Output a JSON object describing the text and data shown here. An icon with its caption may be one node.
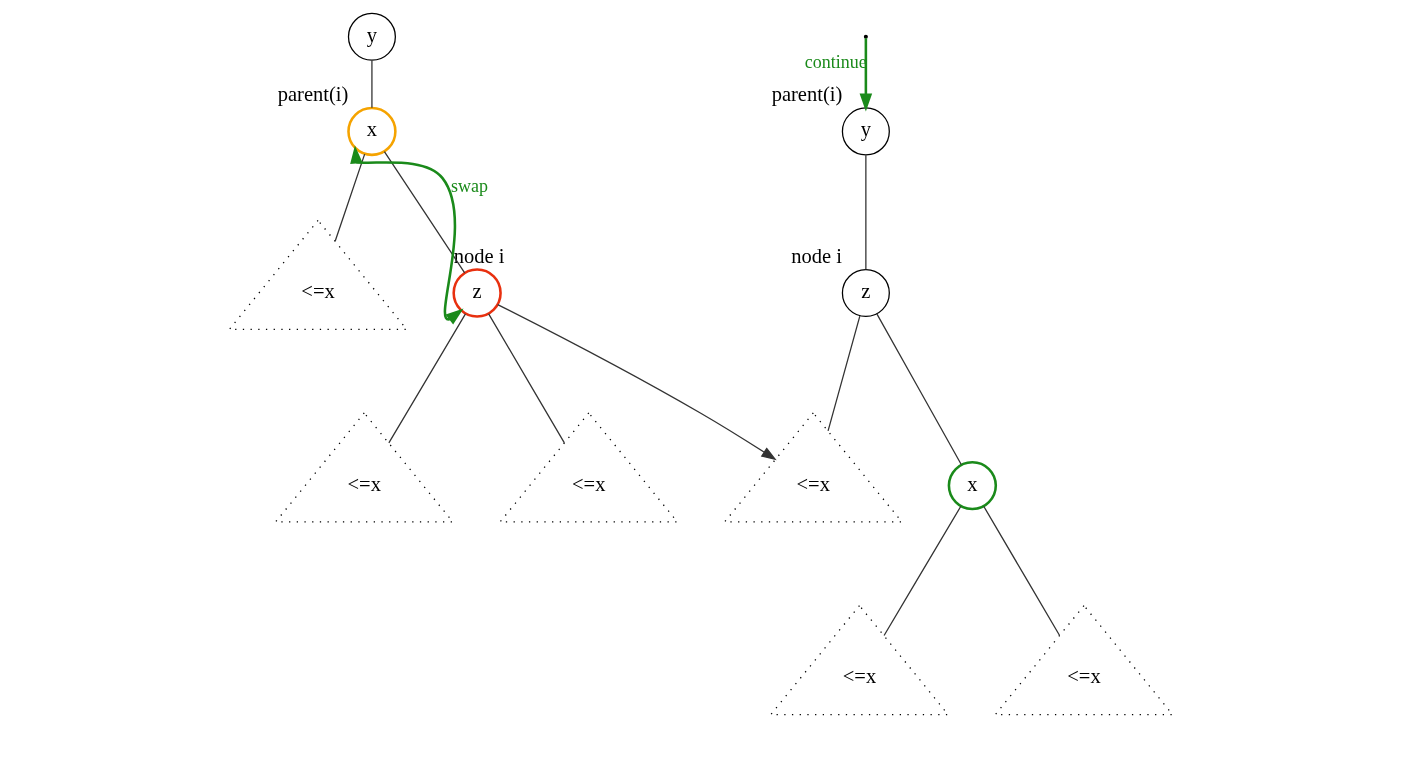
{
  "diagram": {
    "nodes": [
      {
        "text": [
          "y"
        ]
      },
      {
        "text": [
          "x"
        ],
        "beside": [
          "parent(i)"
        ]
      },
      {
        "text": [
          "<=x"
        ]
      },
      {
        "text": [
          "z"
        ],
        "beside": [
          "node i"
        ]
      },
      {
        "text": [
          "<=x"
        ]
      },
      {
        "text": [
          "<=x"
        ]
      },
      {
        "text": [
          "y"
        ],
        "beside": [
          "parent(i)"
        ]
      },
      {
        "text": [
          "z"
        ],
        "beside": [
          "node i"
        ]
      },
      {
        "text": [
          "<=x"
        ]
      },
      {
        "text": [
          "x"
        ]
      },
      {
        "text": [
          "<=x"
        ]
      },
      {
        "text": [
          "<=x"
        ]
      }
    ],
    "edges": [
      {
        "from": 0,
        "to": 1,
        "arrow": "none"
      },
      {
        "from": 1,
        "to": 2,
        "arrow": "none"
      },
      {
        "from": 1,
        "to": 3,
        "arrow": "none"
      },
      {
        "from": 3,
        "to": 4,
        "arrow": "none"
      },
      {
        "from": 3,
        "to": 5,
        "arrow": "none"
      },
      {
        "from": 1,
        "to": 3,
        "arrow": "both",
        "label": "swap",
        "color": "#1a8a1a"
      },
      {
        "from": 3,
        "to": 8,
        "arrow": "to"
      },
      {
        "from": 6,
        "to": 7,
        "arrow": "none"
      },
      {
        "from": 7,
        "to": 8,
        "arrow": "none"
      },
      {
        "from": 7,
        "to": 9,
        "arrow": "none"
      },
      {
        "from": 9,
        "to": 10,
        "arrow": "none"
      },
      {
        "from": 9,
        "to": 11,
        "arrow": "none"
      },
      {
        "from": null,
        "to": 6,
        "arrow": "to",
        "label": "continue",
        "color": "#1a8a1a"
      }
    ]
  }
}
